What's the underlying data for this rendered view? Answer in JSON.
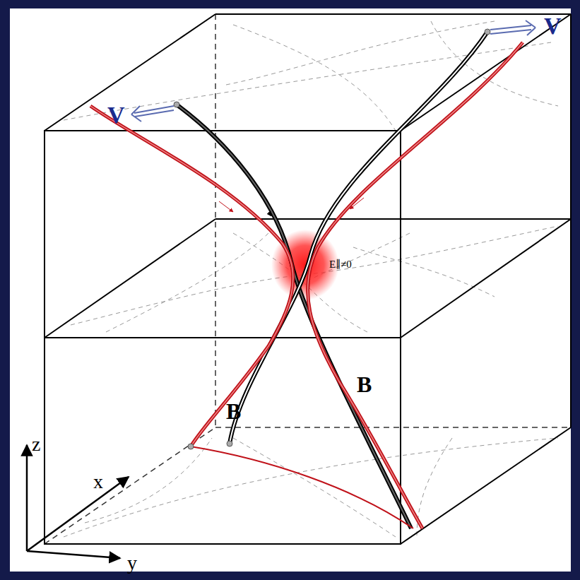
{
  "diagram": {
    "labels": [
      "V",
      "V",
      "E∥≠0",
      "B",
      "B",
      "z",
      "x",
      "y"
    ]
  }
}
